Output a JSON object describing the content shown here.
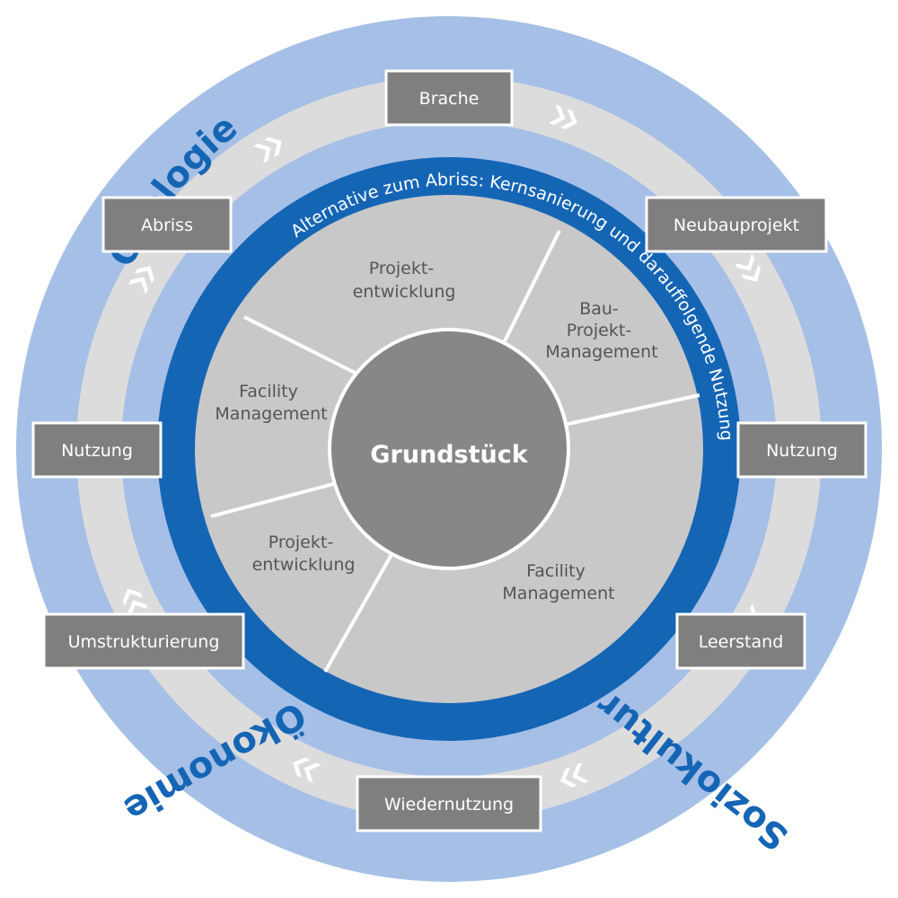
{
  "colors": {
    "outer_ring": "#a6bfe6",
    "mid_ring": "#dcdcdc",
    "inner_ring": "#1565b5",
    "segments": "#c8c8c8",
    "center": "#878787",
    "boxes": "#7f7f7f",
    "ring_text": "#1565b5"
  },
  "ring_words": {
    "oekologie": "Ökologie",
    "oekonomie": "Ökonomie",
    "soziokultur": "Soziokultur"
  },
  "inner_arc_text": "Alternative zum Abriss: Kernsanierung und darauffolgende Nutzung",
  "center": {
    "label": "Grundstück"
  },
  "segments": [
    {
      "line1": "Projekt-",
      "line2": "entwicklung",
      "line3": ""
    },
    {
      "line1": "Bau-",
      "line2": "Projekt-",
      "line3": "Management"
    },
    {
      "line1": "Facility",
      "line2": "Management",
      "line3": ""
    },
    {
      "line1": "Projekt-",
      "line2": "entwicklung",
      "line3": ""
    },
    {
      "line1": "Facility",
      "line2": "Management",
      "line3": ""
    }
  ],
  "cycle_steps": [
    "Brache",
    "Neubauprojekt",
    "Nutzung",
    "Leerstand",
    "Wiedernutzung",
    "Umstrukturierung",
    "Nutzung",
    "Abriss"
  ],
  "chevron_icon": "double-chevron-icon"
}
